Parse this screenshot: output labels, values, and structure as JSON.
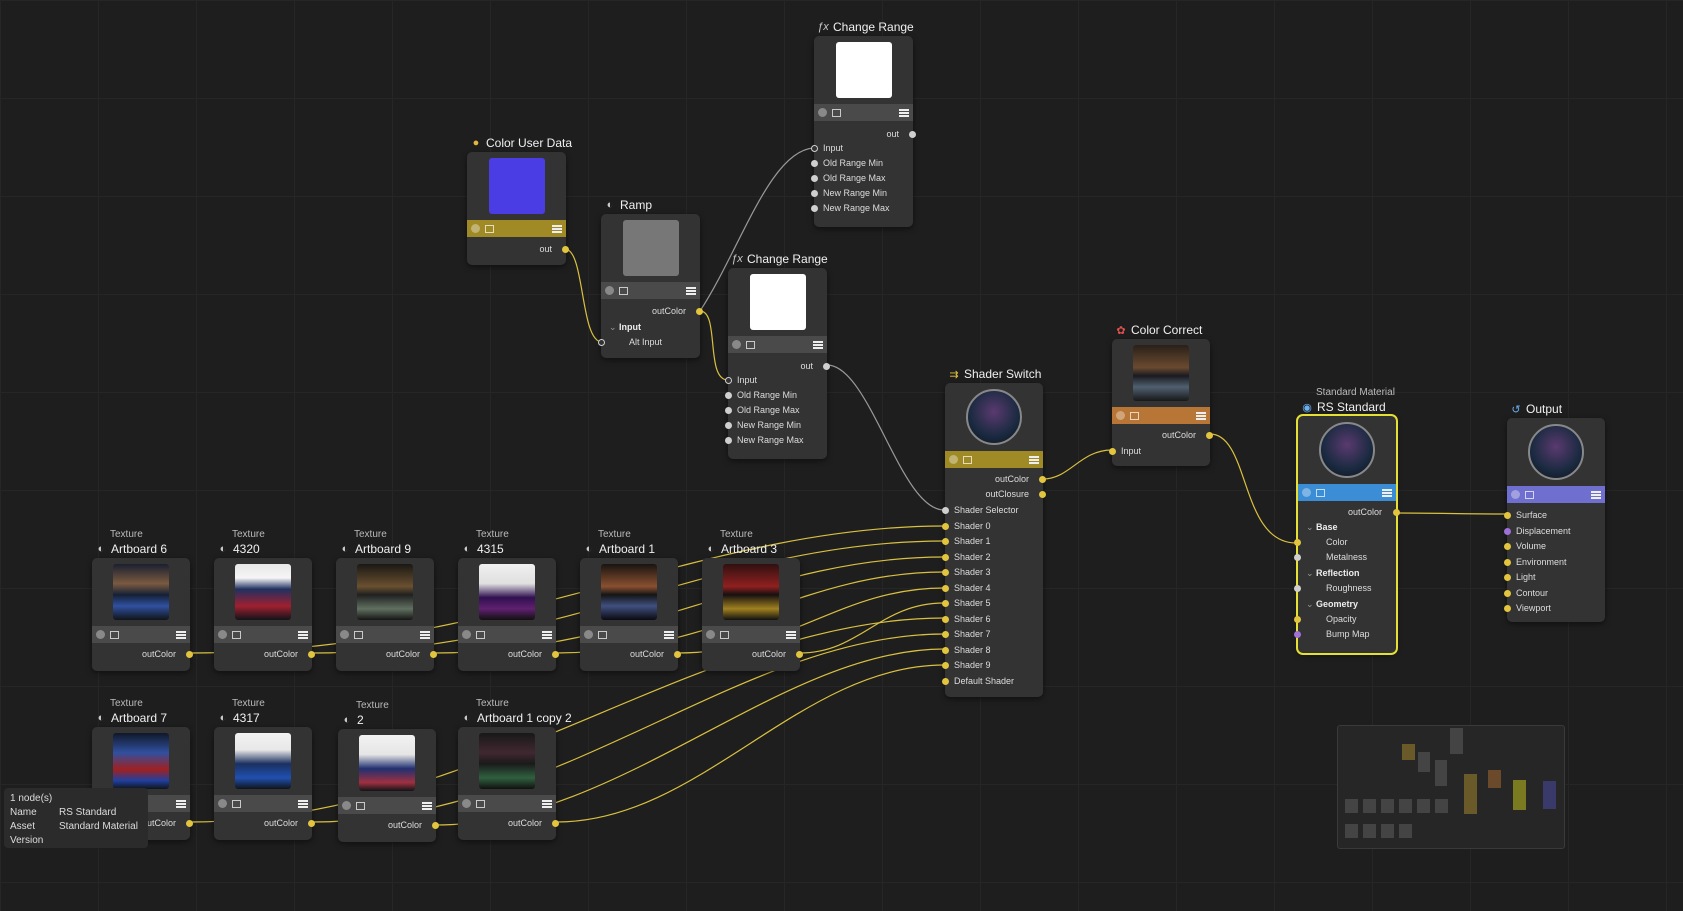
{
  "colors": {
    "grid": "#262626",
    "background": "#1e1e1e",
    "wire_yellow": "#d9c040",
    "wire_gray": "#999999",
    "accent_yellow": "#a08a25",
    "accent_blue": "#3b8ed6",
    "accent_orange": "#b87636",
    "accent_purple": "#6f6fd0"
  },
  "nodes": {
    "change_range_top": {
      "title": "Change Range",
      "icon": "fx-icon",
      "out": "out",
      "inputs": [
        "Input",
        "Old Range Min",
        "Old Range Max",
        "New Range Min",
        "New Range Max"
      ]
    },
    "color_user_data": {
      "title": "Color User Data",
      "icon": "user-data-icon",
      "out": "out",
      "swatch": "#4b3de4"
    },
    "ramp": {
      "title": "Ramp",
      "icon": "ramp-icon",
      "out": "outColor",
      "section": "Input",
      "inputs": [
        "Alt Input"
      ]
    },
    "change_range_mid": {
      "title": "Change Range",
      "icon": "fx-icon",
      "out": "out",
      "inputs": [
        "Input",
        "Old Range Min",
        "Old Range Max",
        "New Range Min",
        "New Range Max"
      ]
    },
    "shader_switch": {
      "title": "Shader Switch",
      "icon": "switch-icon",
      "outs": [
        "outColor",
        "outClosure"
      ],
      "inputs": [
        "Shader Selector",
        "Shader 0",
        "Shader 1",
        "Shader 2",
        "Shader 3",
        "Shader 4",
        "Shader 5",
        "Shader 6",
        "Shader 7",
        "Shader 8",
        "Shader 9",
        "Default Shader"
      ]
    },
    "color_correct": {
      "title": "Color Correct",
      "icon": "color-correct-icon",
      "out": "outColor",
      "inputs": [
        "Input"
      ]
    },
    "rs_standard": {
      "subtitle": "Standard Material",
      "title": "RS Standard",
      "icon": "material-icon",
      "out": "outColor",
      "sections": {
        "base": "Base",
        "reflection": "Reflection",
        "geometry": "Geometry"
      },
      "inputs": {
        "color": "Color",
        "metalness": "Metalness",
        "roughness": "Roughness",
        "opacity": "Opacity",
        "bump": "Bump Map"
      }
    },
    "output": {
      "title": "Output",
      "icon": "output-icon",
      "inputs": [
        "Surface",
        "Displacement",
        "Volume",
        "Environment",
        "Light",
        "Contour",
        "Viewport"
      ]
    }
  },
  "textures": [
    {
      "subtitle": "Texture",
      "title": "Artboard 6",
      "out": "outColor"
    },
    {
      "subtitle": "Texture",
      "title": "4320",
      "out": "outColor"
    },
    {
      "subtitle": "Texture",
      "title": "Artboard 9",
      "out": "outColor"
    },
    {
      "subtitle": "Texture",
      "title": "4315",
      "out": "outColor"
    },
    {
      "subtitle": "Texture",
      "title": "Artboard 1",
      "out": "outColor"
    },
    {
      "subtitle": "Texture",
      "title": "Artboard 3",
      "out": "outColor"
    },
    {
      "subtitle": "Texture",
      "title": "Artboard 7",
      "out": "outColor"
    },
    {
      "subtitle": "Texture",
      "title": "4317",
      "out": "outColor"
    },
    {
      "subtitle": "Texture",
      "title": "2",
      "out": "outColor"
    },
    {
      "subtitle": "Texture",
      "title": "Artboard 1 copy 2",
      "out": "outColor"
    }
  ],
  "info_panel": {
    "count": "1 node(s)",
    "name_label": "Name",
    "name_value": "RS Standard",
    "asset_label": "Asset",
    "asset_value": "Standard Material",
    "version_label": "Version"
  }
}
